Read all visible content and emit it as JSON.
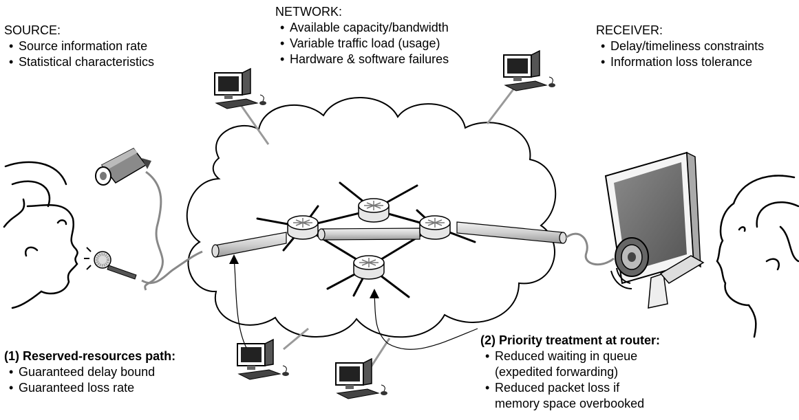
{
  "source": {
    "heading": "SOURCE:",
    "items": [
      "Source information rate",
      "Statistical characteristics"
    ]
  },
  "network": {
    "heading": "NETWORK:",
    "items": [
      "Available capacity/bandwidth",
      "Variable traffic load (usage)",
      "Hardware & software failures"
    ]
  },
  "receiver": {
    "heading": "RECEIVER:",
    "items": [
      "Delay/timeliness constraints",
      "Information loss tolerance"
    ]
  },
  "reserved": {
    "heading": "(1) Reserved-resources path:",
    "items": [
      "Guaranteed delay bound",
      "Guaranteed loss rate"
    ]
  },
  "priority": {
    "heading": "(2) Priority treatment  at router:",
    "items": [
      {
        "text": "Reduced waiting in queue",
        "bullet": true
      },
      {
        "text": "(expedited forwarding)",
        "bullet": false
      },
      {
        "text": "Reduced packet loss if",
        "bullet": true
      },
      {
        "text": "memory space overbooked",
        "bullet": false
      }
    ]
  },
  "bullet_char": "•",
  "icons": [
    "computer-icon",
    "camera-icon",
    "microphone-icon",
    "router-icon",
    "monitor-icon",
    "speaker-icon",
    "person-face-icon"
  ]
}
